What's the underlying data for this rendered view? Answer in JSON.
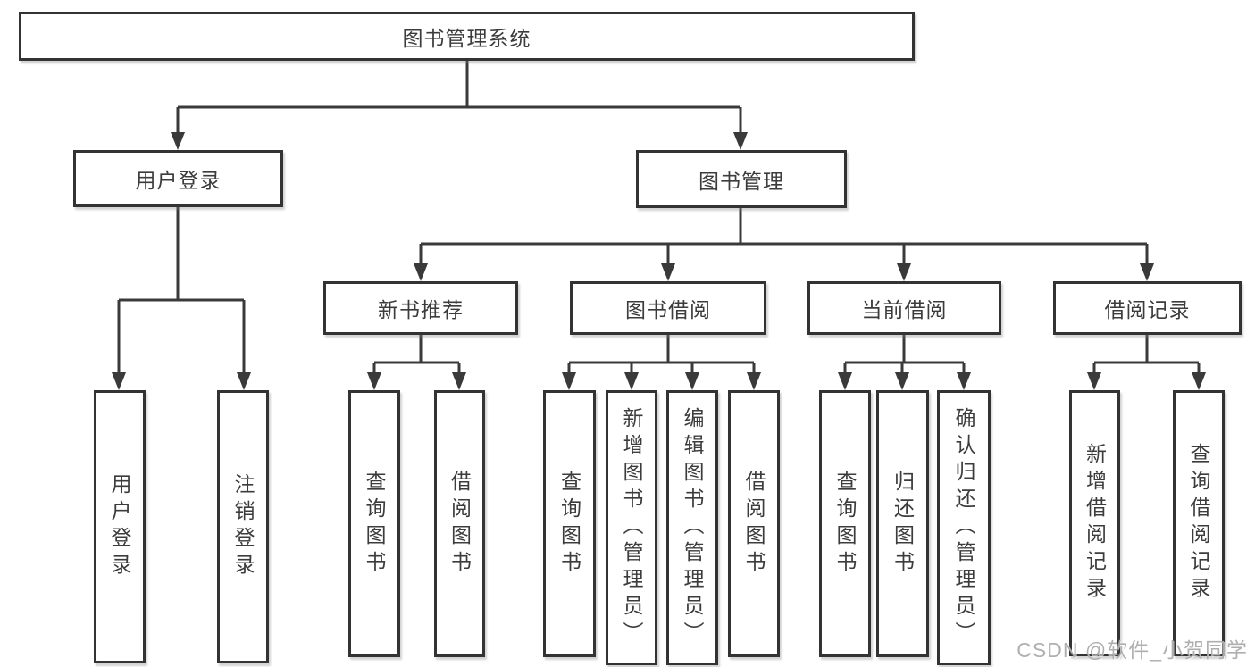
{
  "title": "图书管理系统",
  "watermark": "CSDN @软件_小贺同学",
  "colors": {
    "box_border": "#333333",
    "connector_line": "#3a3a3a",
    "text": "#3c3c3c",
    "watermark": "#a8a8a8",
    "background": "#ffffff"
  },
  "nodes": {
    "root": "图书管理系统",
    "level2": {
      "user_login": "用户登录",
      "book_management": "图书管理"
    },
    "level3": {
      "new_book_recommend": "新书推荐",
      "book_borrow": "图书借阅",
      "current_borrow": "当前借阅",
      "borrow_records": "借阅记录"
    },
    "leaves": {
      "user_login": "用户登录",
      "logout": "注销登录",
      "nb_query_books": "查询图书",
      "nb_borrow_books": "借阅图书",
      "bb_query_books": "查询图书",
      "bb_add_books": "新增图书（管理员）",
      "bb_edit_books": "编辑图书（管理员）",
      "bb_borrow_books": "借阅图书",
      "cb_query_books": "查询图书",
      "cb_return_books": "归还图书",
      "cb_confirm_return": "确认归还（管理员）",
      "br_add_record": "新增借阅记录",
      "br_query_record": "查询借阅记录"
    }
  }
}
